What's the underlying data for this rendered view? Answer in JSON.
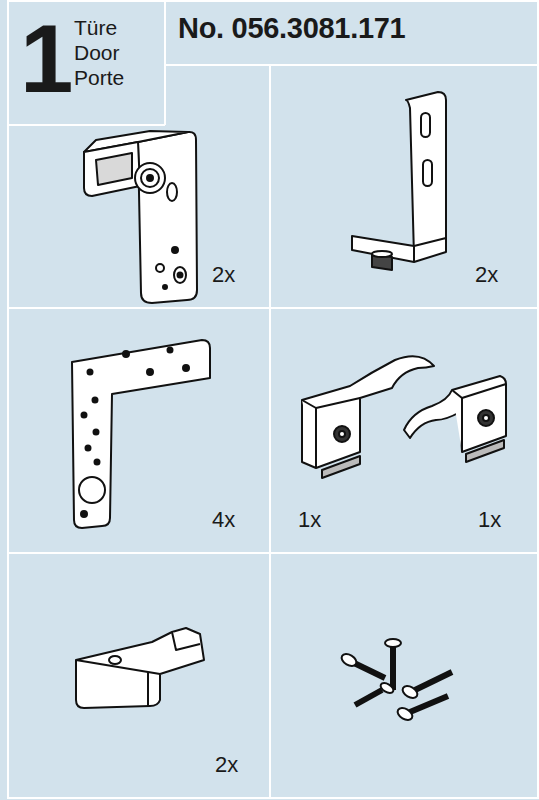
{
  "diagram": {
    "title": "No. 056.3081.171",
    "nodes": [
      {
        "text": [
          "1",
          "Türe Door Porte"
        ]
      }
    ],
    "labels": [
      "2x",
      "2x",
      "4x",
      "1x",
      "1x",
      "2x"
    ]
  }
}
